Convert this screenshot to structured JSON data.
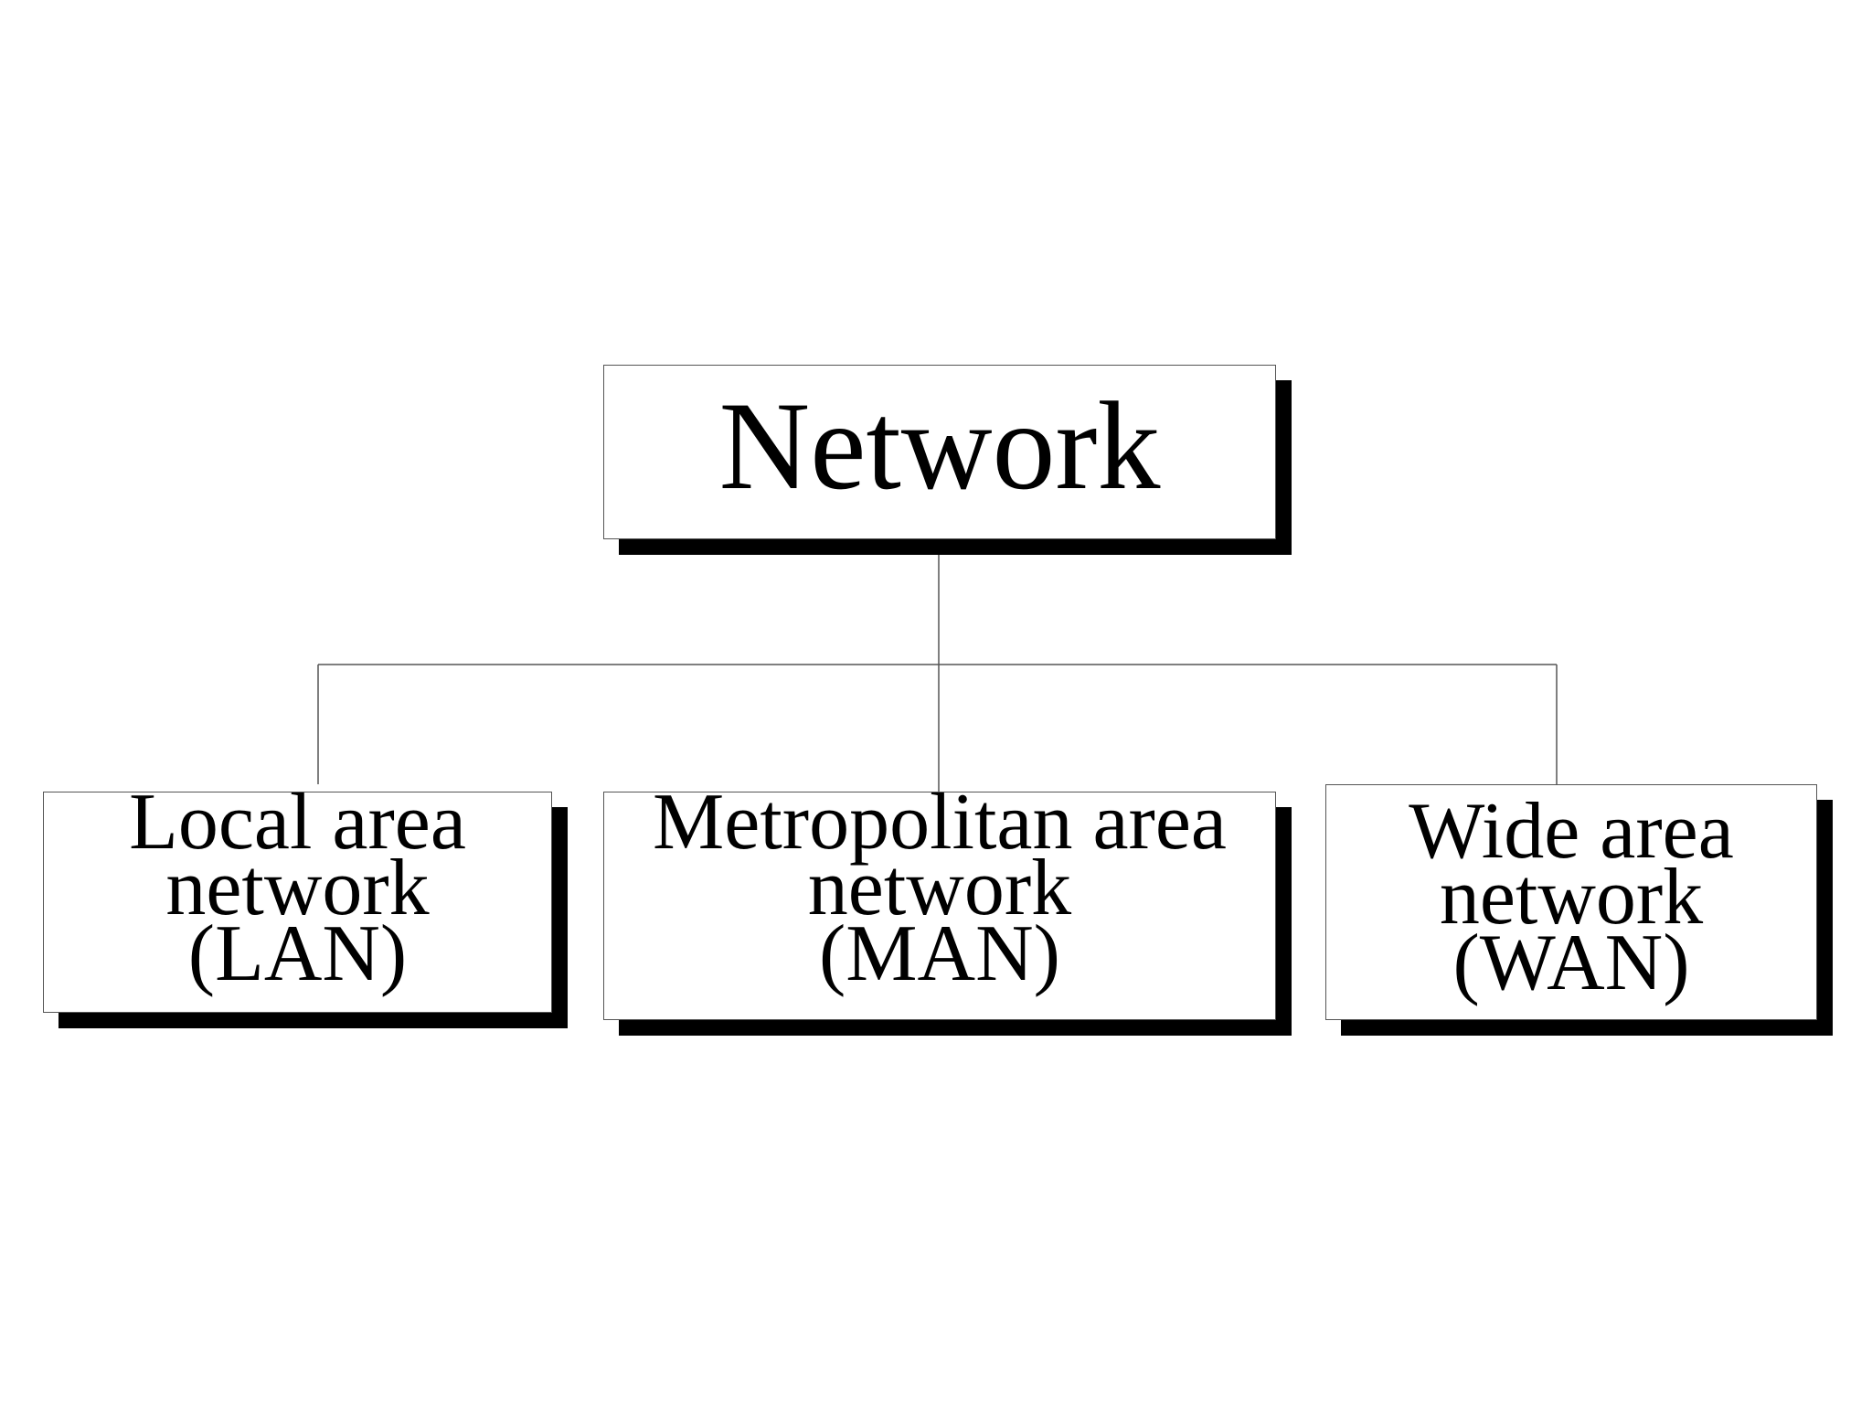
{
  "root": {
    "label": "Network"
  },
  "children": [
    {
      "lines": [
        "Local area",
        "network",
        "(LAN)"
      ]
    },
    {
      "lines": [
        "Metropolitan area",
        "network",
        "(MAN)"
      ]
    },
    {
      "lines": [
        "Wide area",
        "network",
        "(WAN)"
      ]
    }
  ],
  "colors": {
    "box_fill": "#ffffff",
    "box_border": "#555555",
    "shadow": "#000000",
    "connector": "#555555"
  }
}
